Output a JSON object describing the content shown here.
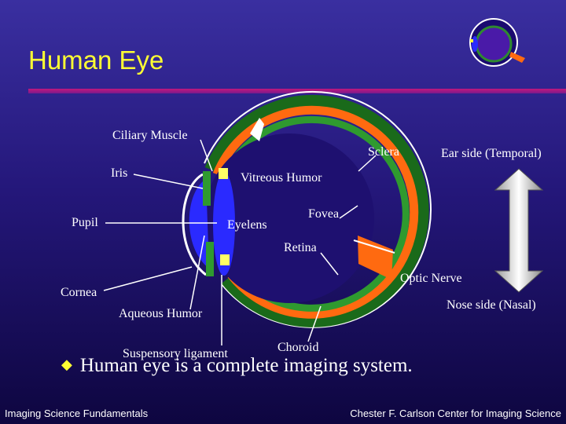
{
  "slide": {
    "title": "Human Eye",
    "bullet": "Human eye is a complete imaging system.",
    "footer_left": "Imaging Science Fundamentals",
    "footer_right": "Chester F. Carlson Center for Imaging Science"
  },
  "labels": {
    "ciliary_muscle": "Ciliary Muscle",
    "sclera": "Sclera",
    "ear_side": "Ear side (Temporal)",
    "iris": "Iris",
    "vitreous_humor": "Vitreous Humor",
    "pupil": "Pupil",
    "eyelens": "Eyelens",
    "fovea": "Fovea",
    "retina": "Retina",
    "optic_nerve": "Optic Nerve",
    "cornea": "Cornea",
    "nose_side": "Nose side (Nasal)",
    "aqueous_humor": "Aqueous Humor",
    "suspensory_ligament": "Suspensory ligament",
    "choroid": "Choroid"
  },
  "icons": {
    "bullet": "diamond-bullet-icon",
    "logo": "eye-logo-icon",
    "direction": "double-arrow-icon"
  },
  "colors": {
    "title": "#ffff33",
    "sclera": "#ff6a10",
    "choroid": "#1a7a1a",
    "lens": "#2a2aff",
    "suspensory": "#ffff66",
    "label_text": "#ffffff"
  }
}
